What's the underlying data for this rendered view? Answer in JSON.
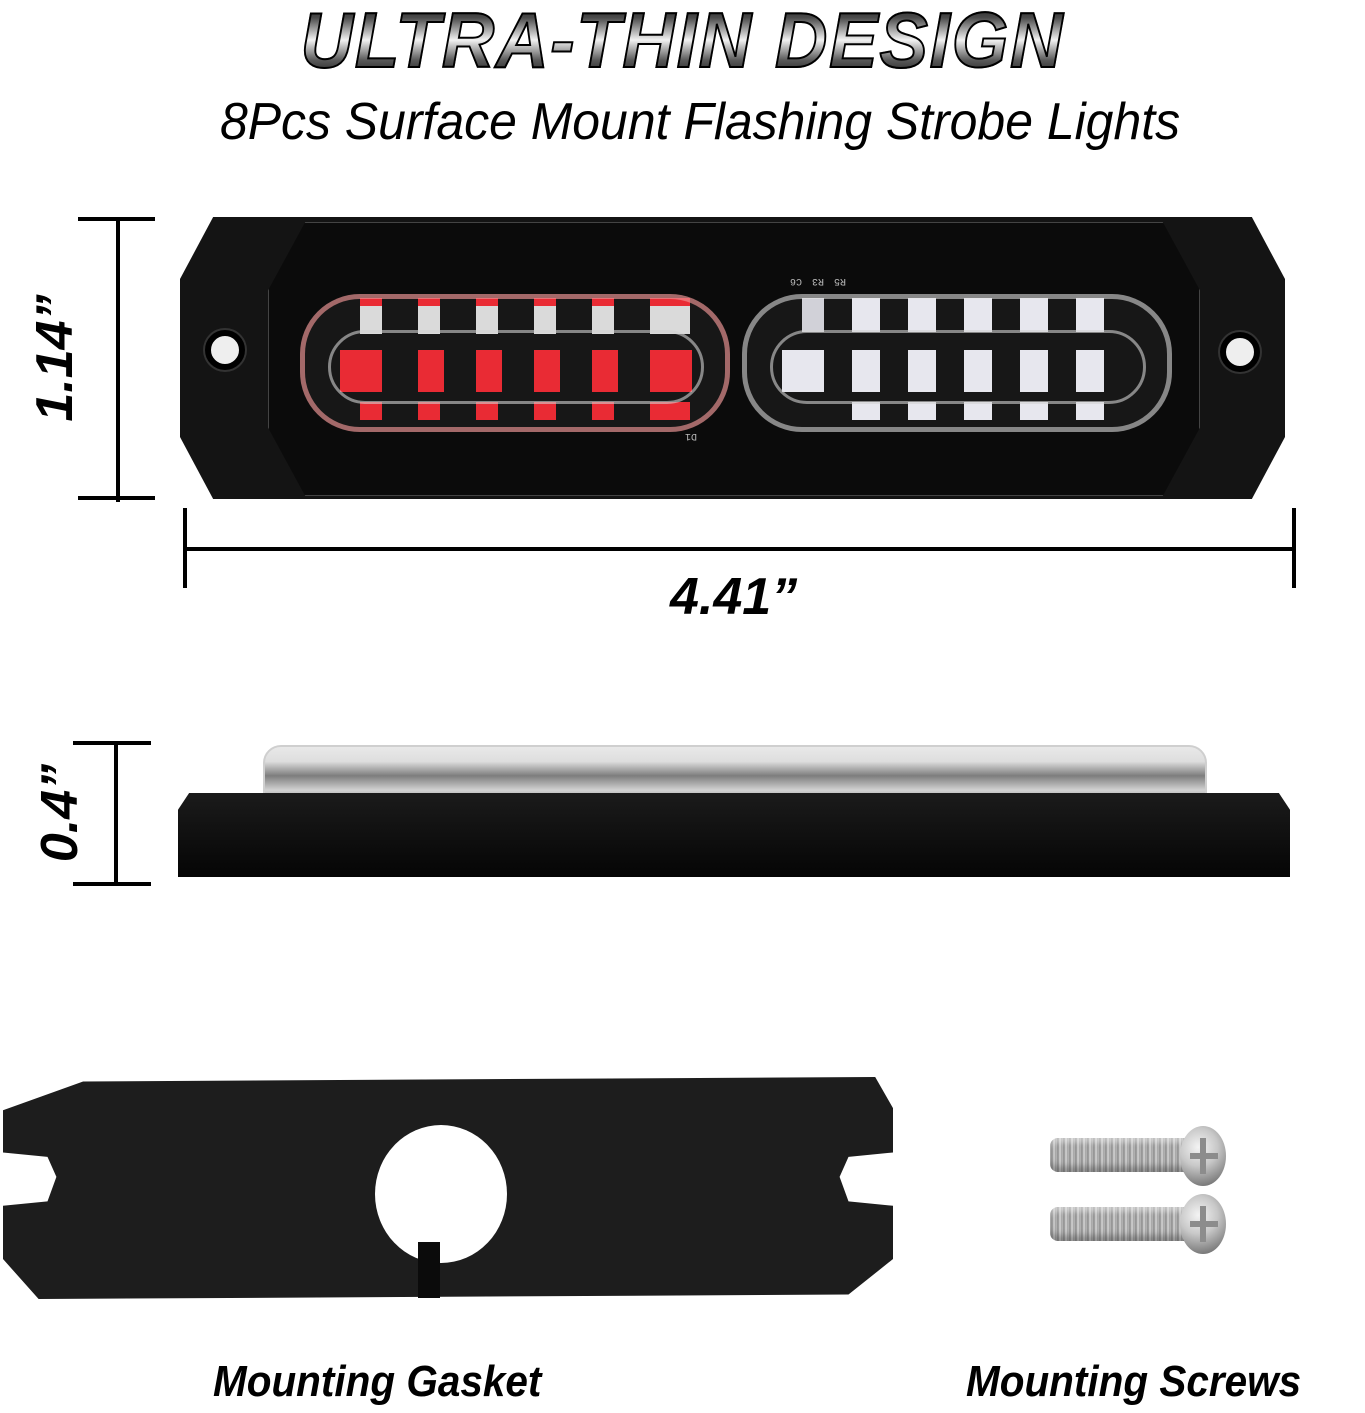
{
  "header": {
    "title": "ULTRA-THIN DESIGN",
    "subtitle": "8Pcs Surface Mount Flashing Strobe Lights"
  },
  "dimensions": {
    "height": "1.14”",
    "width": "4.41”",
    "thickness": "0.4”"
  },
  "product": {
    "left_led_color": "#e8202a",
    "right_led_color": "#e6e6ee",
    "housing_color": "#141414",
    "left_led_count_per_row": 6,
    "right_led_count_per_row": 6,
    "pcb_labels": [
      "D1",
      "R5",
      "R3",
      "C6"
    ]
  },
  "accessories": {
    "gasket_label": "Mounting Gasket",
    "screws_label": "Mounting Screws",
    "screw_count": 2
  }
}
